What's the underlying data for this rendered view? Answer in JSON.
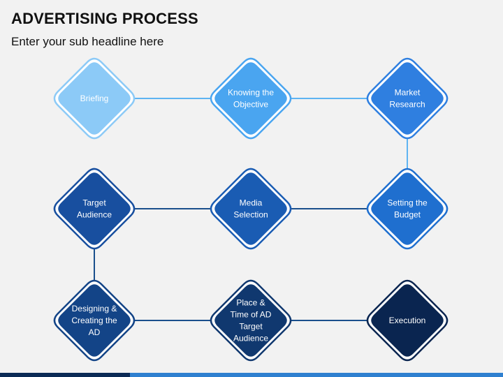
{
  "header": {
    "title": "ADVERTISING PROCESS",
    "subtitle": "Enter your sub headline here"
  },
  "colors": {
    "connector_light": "#5eb4f2",
    "connector_dark": "#1a4f8c",
    "outline": "#ffffff",
    "bar_dark": "#0b2a55",
    "bar_light": "#2f80d0"
  },
  "steps": [
    {
      "id": "briefing",
      "lines": [
        "Briefing"
      ],
      "fill": "#8ccaf7",
      "stroke": "#8ccaf7"
    },
    {
      "id": "knowing-the-objective",
      "lines": [
        "Knowing the",
        "Objective"
      ],
      "fill": "#4aa5f0",
      "stroke": "#4aa5f0"
    },
    {
      "id": "market-research",
      "lines": [
        "Market",
        "Research"
      ],
      "fill": "#2f7fe0",
      "stroke": "#2f7fe0"
    },
    {
      "id": "setting-the-budget",
      "lines": [
        "Setting the",
        "Budget"
      ],
      "fill": "#1f6fcf",
      "stroke": "#1f6fcf"
    },
    {
      "id": "media-selection",
      "lines": [
        "Media",
        "Selection"
      ],
      "fill": "#1a5cb3",
      "stroke": "#1a5cb3"
    },
    {
      "id": "target-audience",
      "lines": [
        "Target",
        "Audience"
      ],
      "fill": "#184f9f",
      "stroke": "#184f9f"
    },
    {
      "id": "designing-creating-the-ad",
      "lines": [
        "Designing &",
        "Creating the",
        "AD"
      ],
      "fill": "#134487",
      "stroke": "#134487"
    },
    {
      "id": "place-time-of-ad-target-audience",
      "lines": [
        "Place &",
        "Time of AD",
        "Target",
        "Audience"
      ],
      "fill": "#10386f",
      "stroke": "#10386f"
    },
    {
      "id": "execution",
      "lines": [
        "Execution"
      ],
      "fill": "#0a2550",
      "stroke": "#0a2550"
    }
  ]
}
